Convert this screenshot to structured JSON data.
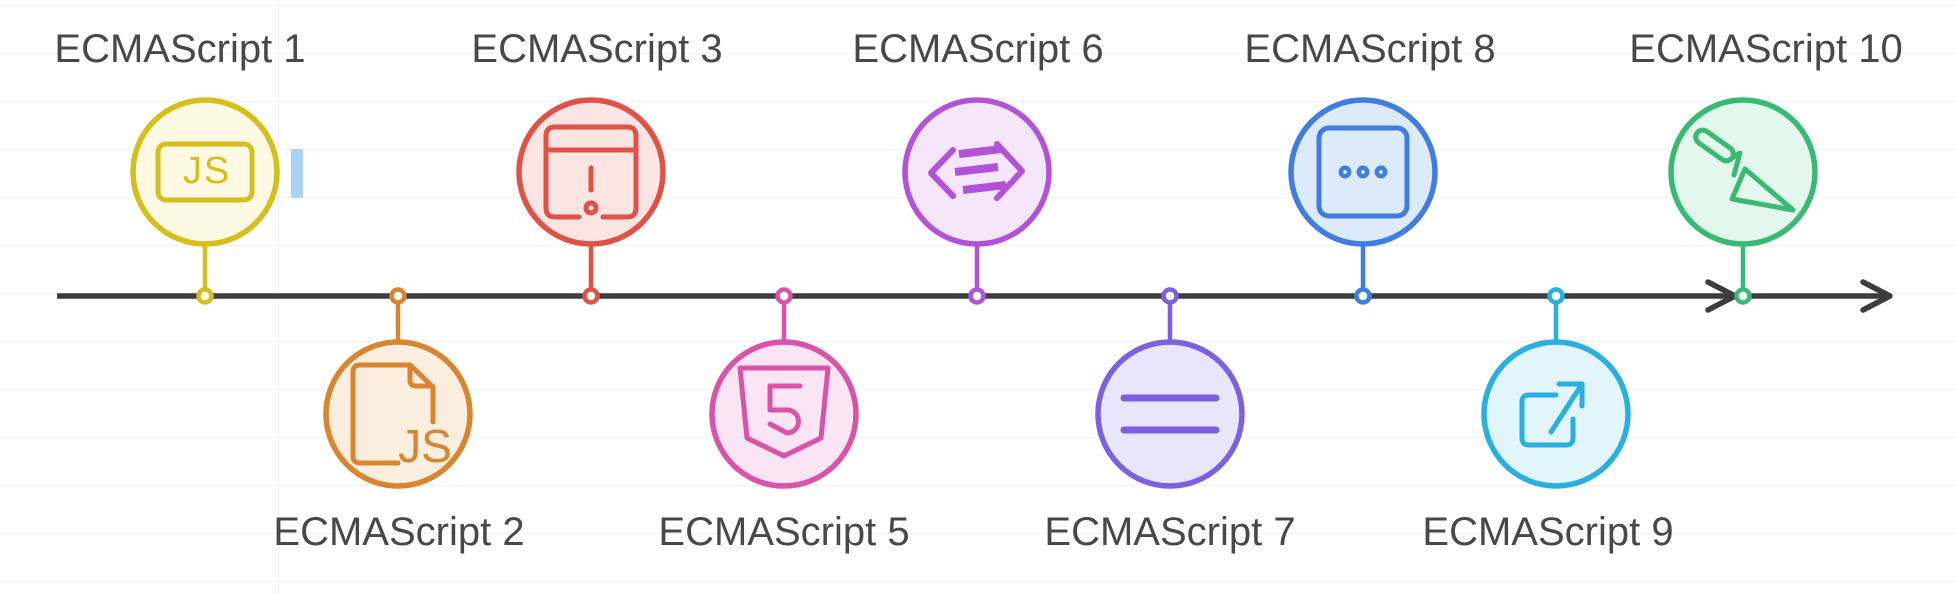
{
  "canvas": {
    "background_color": "#ffffff",
    "gridline_color": "#f2f2f2",
    "guide_line_color": "#f8e6e3",
    "axis_color": "#3d3d3d",
    "label_color": "#484848",
    "caret_color": "#a9d2f4"
  },
  "timeline": {
    "direction": "left-to-right",
    "items": [
      {
        "label": "ECMAScript 1",
        "icon": "js-badge-icon",
        "badge": "JS",
        "side": "above",
        "stroke": "#d6bf1a",
        "fill": "#fdf9e3"
      },
      {
        "label": "ECMAScript 2",
        "icon": "js-file-icon",
        "badge": "JS",
        "side": "below",
        "stroke": "#d9842e",
        "fill": "#fbeede"
      },
      {
        "label": "ECMAScript 3",
        "icon": "window-alert-icon",
        "badge": "",
        "side": "above",
        "stroke": "#e05146",
        "fill": "#fbe5e3"
      },
      {
        "label": "ECMAScript 5",
        "icon": "html5-shield-icon",
        "badge": "",
        "side": "below",
        "stroke": "#d954a8",
        "fill": "#fbe4f3"
      },
      {
        "label": "ECMAScript 6",
        "icon": "es6-logo-icon",
        "badge": "",
        "side": "above",
        "stroke": "#b252d9",
        "fill": "#f6e6fb"
      },
      {
        "label": "ECMAScript 7",
        "icon": "equals-icon",
        "badge": "",
        "side": "below",
        "stroke": "#7b61e0",
        "fill": "#e9e5fa"
      },
      {
        "label": "ECMAScript 8",
        "icon": "ellipsis-box-icon",
        "badge": "",
        "side": "above",
        "stroke": "#3f7de0",
        "fill": "#ddeafa"
      },
      {
        "label": "ECMAScript 9",
        "icon": "external-link-icon",
        "badge": "",
        "side": "below",
        "stroke": "#29b0e0",
        "fill": "#e2f5fb"
      },
      {
        "label": "ECMAScript 10",
        "icon": "trowel-icon",
        "badge": "",
        "side": "above",
        "stroke": "#38ba74",
        "fill": "#e4f7ed"
      }
    ]
  }
}
